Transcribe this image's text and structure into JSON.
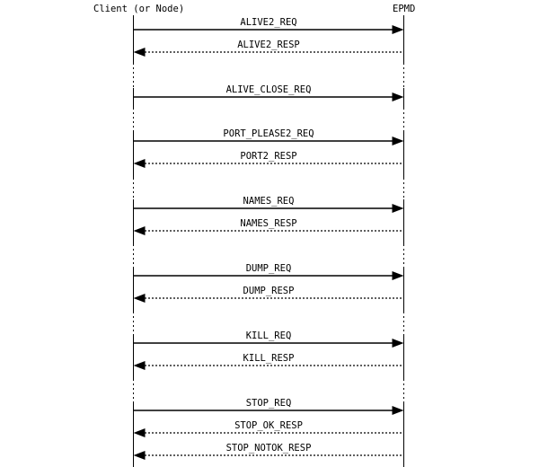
{
  "diagram": {
    "type": "sequence",
    "colors": {
      "background": "#ffffff",
      "line": "#000000",
      "text": "#000000"
    },
    "participants": [
      {
        "label": "Client (or Node)"
      },
      {
        "label": "EPMD"
      }
    ],
    "messages": [
      {
        "label": "ALIVE2_REQ",
        "from": "Client (or Node)",
        "to": "EPMD",
        "line": "solid"
      },
      {
        "label": "ALIVE2_RESP",
        "from": "EPMD",
        "to": "Client (or Node)",
        "line": "dotted"
      },
      {
        "label": "ALIVE_CLOSE_REQ",
        "from": "Client (or Node)",
        "to": "EPMD",
        "line": "solid"
      },
      {
        "label": "PORT_PLEASE2_REQ",
        "from": "Client (or Node)",
        "to": "EPMD",
        "line": "solid"
      },
      {
        "label": "PORT2_RESP",
        "from": "EPMD",
        "to": "Client (or Node)",
        "line": "dotted"
      },
      {
        "label": "NAMES_REQ",
        "from": "Client (or Node)",
        "to": "EPMD",
        "line": "solid"
      },
      {
        "label": "NAMES_RESP",
        "from": "EPMD",
        "to": "Client (or Node)",
        "line": "dotted"
      },
      {
        "label": "DUMP_REQ",
        "from": "Client (or Node)",
        "to": "EPMD",
        "line": "solid"
      },
      {
        "label": "DUMP_RESP",
        "from": "EPMD",
        "to": "Client (or Node)",
        "line": "dotted"
      },
      {
        "label": "KILL_REQ",
        "from": "Client (or Node)",
        "to": "EPMD",
        "line": "solid"
      },
      {
        "label": "KILL_RESP",
        "from": "EPMD",
        "to": "Client (or Node)",
        "line": "dotted"
      },
      {
        "label": "STOP_REQ",
        "from": "Client (or Node)",
        "to": "EPMD",
        "line": "solid"
      },
      {
        "label": "STOP_OK_RESP",
        "from": "EPMD",
        "to": "Client (or Node)",
        "line": "dotted"
      },
      {
        "label": "STOP_NOTOK_RESP",
        "from": "EPMD",
        "to": "Client (or Node)",
        "line": "dotted"
      }
    ]
  }
}
